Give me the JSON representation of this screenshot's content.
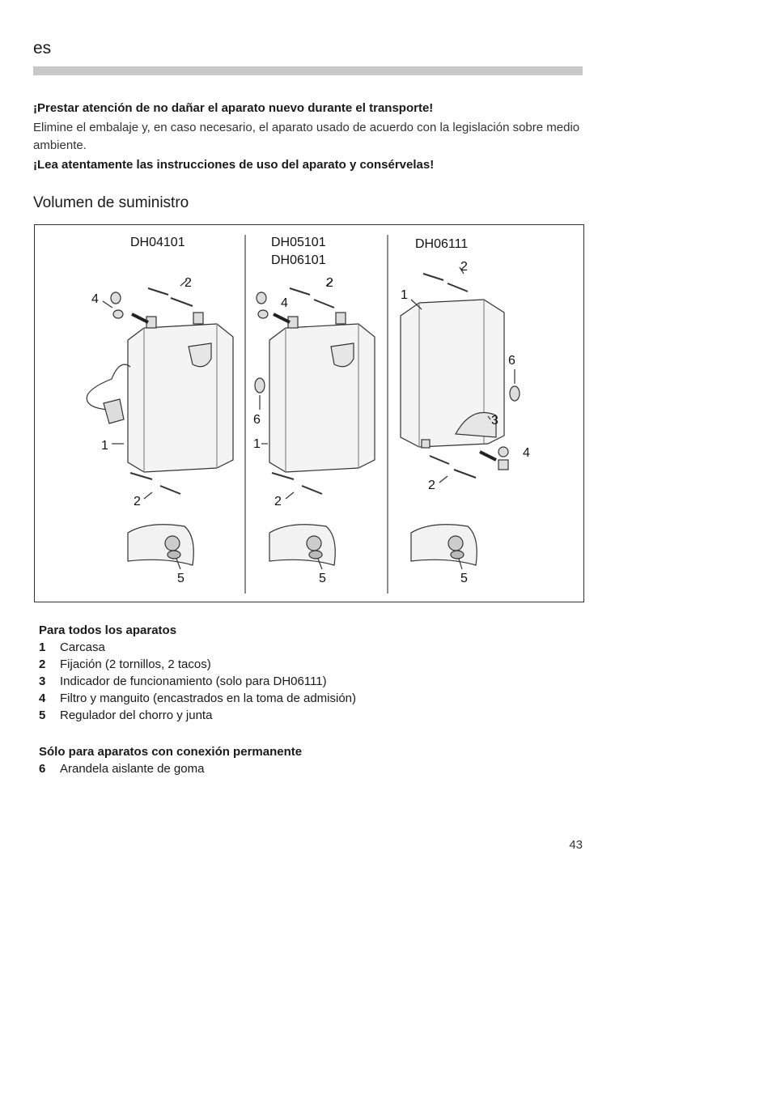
{
  "header": {
    "lang": "es"
  },
  "intro": {
    "warn_transport": "¡Prestar atención de no dañar el aparato nuevo durante el transporte!",
    "dispose": "Elimine el embalaje y, en caso necesario, el aparato usado de acuerdo con la legislación sobre medio ambiente.",
    "read_instructions": "¡Lea atentamente las instrucciones de uso del aparato y consérvelas!"
  },
  "section": {
    "title": "Volumen de suministro"
  },
  "figure": {
    "panels": [
      {
        "models": [
          "DH04101"
        ],
        "callouts": [
          "4",
          "2",
          "1",
          "2",
          "5"
        ]
      },
      {
        "models": [
          "DH05101",
          "DH06101"
        ],
        "callouts": [
          "4",
          "2",
          "6",
          "1",
          "2",
          "5"
        ]
      },
      {
        "models": [
          "DH06111"
        ],
        "callouts": [
          "2",
          "1",
          "6",
          "3",
          "4",
          "2",
          "5"
        ]
      }
    ]
  },
  "legend_all": {
    "title": "Para todos los aparatos",
    "items": [
      {
        "num": "1",
        "text": "Carcasa"
      },
      {
        "num": "2",
        "text": "Fijación (2 tornillos, 2 tacos)"
      },
      {
        "num": "3",
        "text": "Indicador de funcionamiento (solo para DH06111)"
      },
      {
        "num": "4",
        "text": "Filtro y manguito (encastrados en la toma de admisión)"
      },
      {
        "num": "5",
        "text": "Regulador del chorro y junta"
      }
    ]
  },
  "legend_permanent": {
    "title": "Sólo para aparatos con conexión permanente",
    "items": [
      {
        "num": "6",
        "text": "Arandela aislante de goma"
      }
    ]
  },
  "footer": {
    "page_number": "43"
  }
}
